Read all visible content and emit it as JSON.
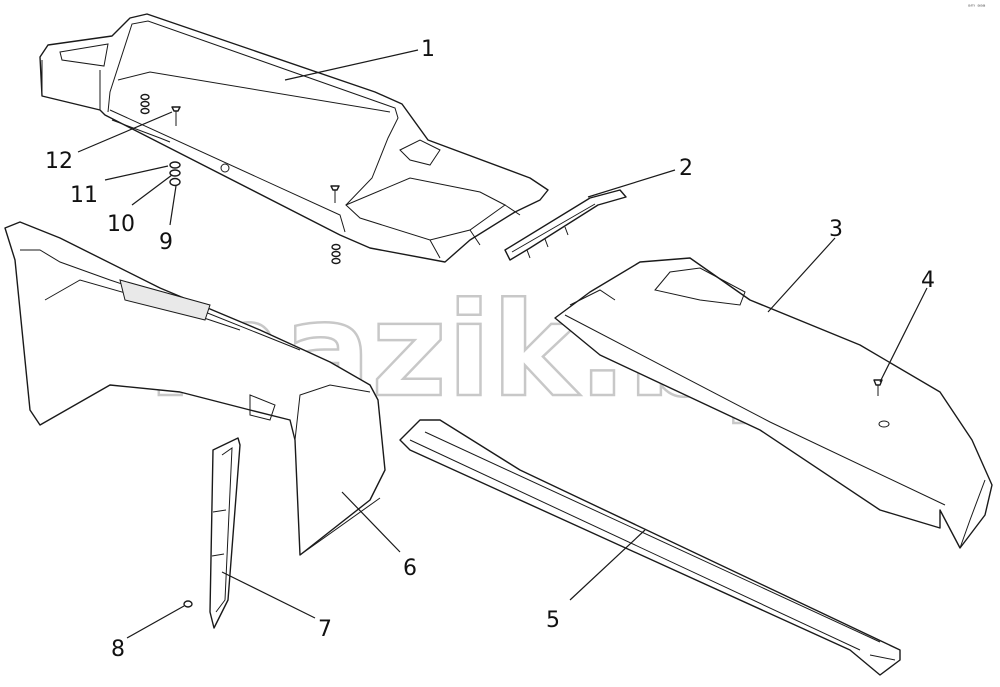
{
  "watermark": "mazik.by",
  "corner_mark": "ᵃᵐ ᵃᵃᵃ",
  "callouts": [
    "1",
    "2",
    "3",
    "4",
    "5",
    "6",
    "7",
    "8",
    "9",
    "10",
    "11",
    "12"
  ]
}
